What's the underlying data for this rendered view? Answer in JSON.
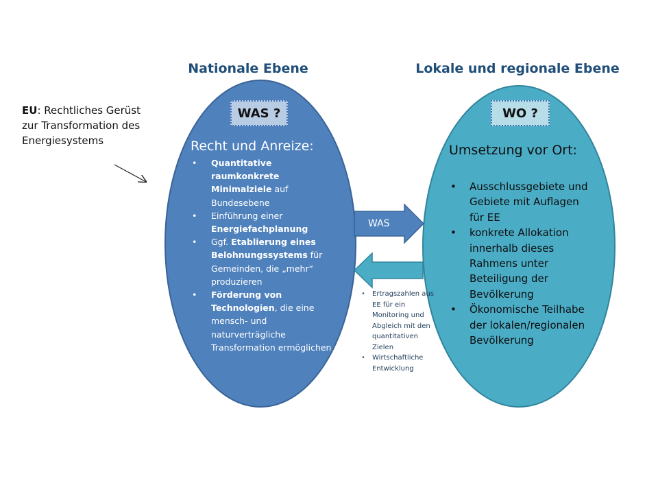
{
  "headings": {
    "national": "Nationale Ebene",
    "local": "Lokale und regionale Ebene"
  },
  "eu_note": {
    "bold": "EU",
    "rest": ": Rechtliches Gerüst zur Transformation des Energiesystems"
  },
  "left_ellipse": {
    "tag": "WAS ?",
    "title": "Recht und Anreize:",
    "items": [
      [
        {
          "text": "Quantitative raumkonkrete Minimalziele",
          "bold": true
        },
        {
          "text": " auf Bundesebene",
          "bold": false
        }
      ],
      [
        {
          "text": "Einführung einer ",
          "bold": false
        },
        {
          "text": "Energiefachplanung",
          "bold": true
        }
      ],
      [
        {
          "text": "Ggf. ",
          "bold": false
        },
        {
          "text": "Etablierung eines Belohnungssystems",
          "bold": true
        },
        {
          "text": " für Gemeinden, die „mehr“ produzieren",
          "bold": false
        }
      ],
      [
        {
          "text": "Förderung von Technologien",
          "bold": true
        },
        {
          "text": ", die eine mensch- und naturverträgliche Transformation ermöglichen",
          "bold": false
        }
      ]
    ]
  },
  "right_ellipse": {
    "tag": "WO ?",
    "title": "Umsetzung vor Ort:",
    "items": [
      "Ausschlussgebiete und Gebiete mit Auflagen für EE",
      "konkrete Allokation innerhalb dieses Rahmens unter Beteiligung der Bevölkerung",
      "Ökonomische Teilhabe der lokalen/regionalen Bevölkerung"
    ]
  },
  "arrows": {
    "right_label": "WAS"
  },
  "feedback_items": [
    "Ertragszahlen aus EE für ein Monitoring und Abgleich mit den quantitativen Zielen",
    "Wirtschaftliche Entwicklung"
  ],
  "colors": {
    "left_ellipse": "#4f81bd",
    "left_ellipse_border": "#3a6396",
    "right_ellipse": "#4bacc6",
    "right_ellipse_border": "#31849b",
    "arrow_right": "#4f81bd",
    "arrow_left": "#4bacc6",
    "heading": "#1f4e79",
    "tag_left": "#b8cce4",
    "tag_right": "#b7dde8"
  }
}
